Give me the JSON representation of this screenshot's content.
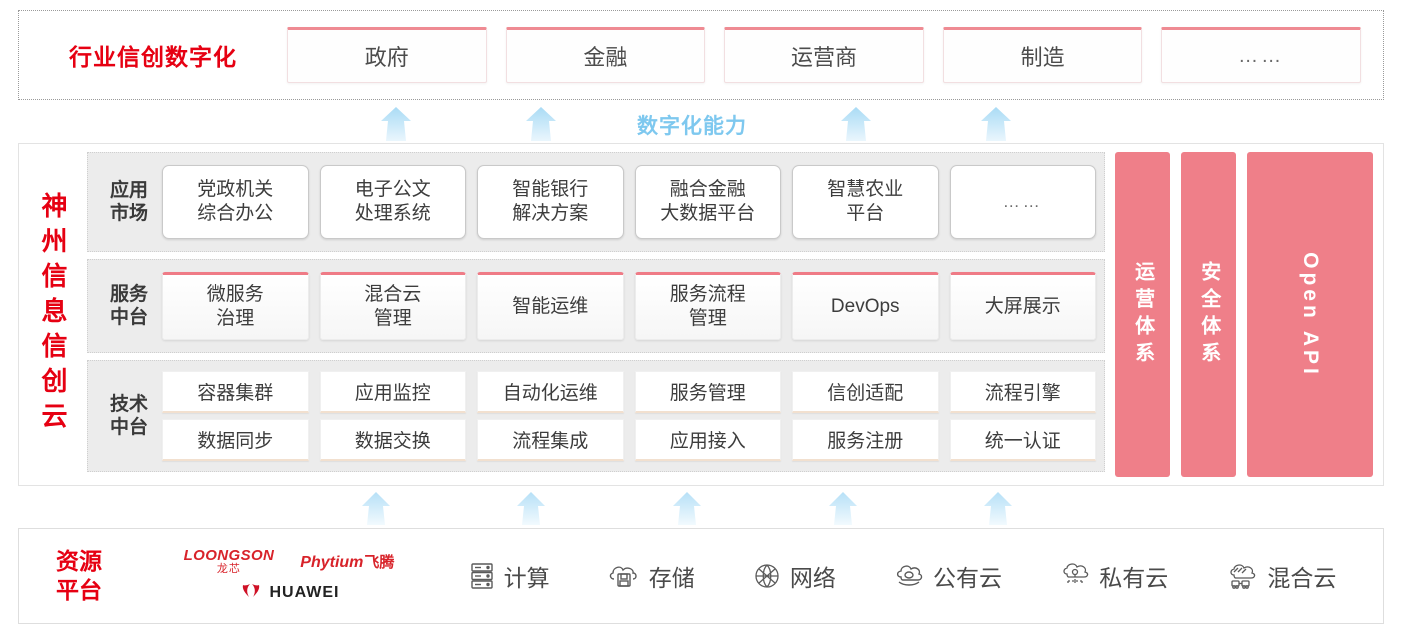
{
  "industry": {
    "title": "行业信创数字化",
    "boxes": [
      {
        "label": "政府",
        "name": "industry-box-government"
      },
      {
        "label": "金融",
        "name": "industry-box-finance"
      },
      {
        "label": "运营商",
        "name": "industry-box-carrier"
      },
      {
        "label": "制造",
        "name": "industry-box-manufacturing"
      },
      {
        "label": "……",
        "name": "industry-box-more"
      }
    ]
  },
  "connector_top": {
    "label": "数字化能力",
    "arrow_count": 4,
    "arrow_color": "#bfe3f7"
  },
  "connector_bottom": {
    "arrow_count": 5,
    "arrow_color": "#cfeafb"
  },
  "cloud": {
    "vertical_title": "神州信息信创云",
    "rows": [
      {
        "label": "应用\n市场",
        "label_line1": "应用",
        "label_line2": "市场",
        "kind": "app",
        "items": [
          {
            "line1": "党政机关",
            "line2": "综合办公"
          },
          {
            "line1": "电子公文",
            "line2": "处理系统"
          },
          {
            "line1": "智能银行",
            "line2": "解决方案"
          },
          {
            "line1": "融合金融",
            "line2": "大数据平台"
          },
          {
            "line1": "智慧农业",
            "line2": "平台"
          },
          {
            "line1": "……",
            "line2": ""
          }
        ]
      },
      {
        "label_line1": "服务",
        "label_line2": "中台",
        "kind": "service",
        "items": [
          {
            "line1": "微服务",
            "line2": "治理"
          },
          {
            "line1": "混合云",
            "line2": "管理"
          },
          {
            "line1": "智能运维",
            "line2": ""
          },
          {
            "line1": "服务流程",
            "line2": "管理"
          },
          {
            "line1": "DevOps",
            "line2": ""
          },
          {
            "line1": "大屏展示",
            "line2": ""
          }
        ]
      },
      {
        "label_line1": "技术",
        "label_line2": "中台",
        "kind": "tech",
        "row_top": [
          "容器集群",
          "应用监控",
          "自动化运维",
          "服务管理",
          "信创适配",
          "流程引擎"
        ],
        "row_bottom": [
          "数据同步",
          "数据交换",
          "流程集成",
          "应用接入",
          "服务注册",
          "统一认证"
        ]
      }
    ],
    "pillars": [
      {
        "text": "运营体系",
        "type": "cn",
        "name": "pillar-operations-system"
      },
      {
        "text": "安全体系",
        "type": "cn",
        "name": "pillar-security-system"
      },
      {
        "text": "Open API",
        "type": "en",
        "name": "pillar-open-api"
      }
    ],
    "pillar_color": "#ef7f89"
  },
  "resource": {
    "title_line1": "资源",
    "title_line2": "平台",
    "vendors": [
      {
        "name": "loongson",
        "en": "LOONGSON",
        "cn": "龙芯"
      },
      {
        "name": "phytium",
        "en": "Phytium",
        "cn": "飞腾"
      },
      {
        "name": "huawei",
        "en": "HUAWEI",
        "cn": ""
      }
    ],
    "items": [
      {
        "label": "计算",
        "icon": "server-rack-icon"
      },
      {
        "label": "存储",
        "icon": "cloud-storage-icon"
      },
      {
        "label": "网络",
        "icon": "network-globe-icon"
      },
      {
        "label": "公有云",
        "icon": "public-cloud-icon"
      },
      {
        "label": "私有云",
        "icon": "private-cloud-icon"
      },
      {
        "label": "混合云",
        "icon": "hybrid-cloud-icon"
      }
    ]
  },
  "colors": {
    "brand_red": "#e60012",
    "pink": "#ef7f89",
    "arrow_blue": "#bfe3f7",
    "band_gray": "#ececec"
  }
}
